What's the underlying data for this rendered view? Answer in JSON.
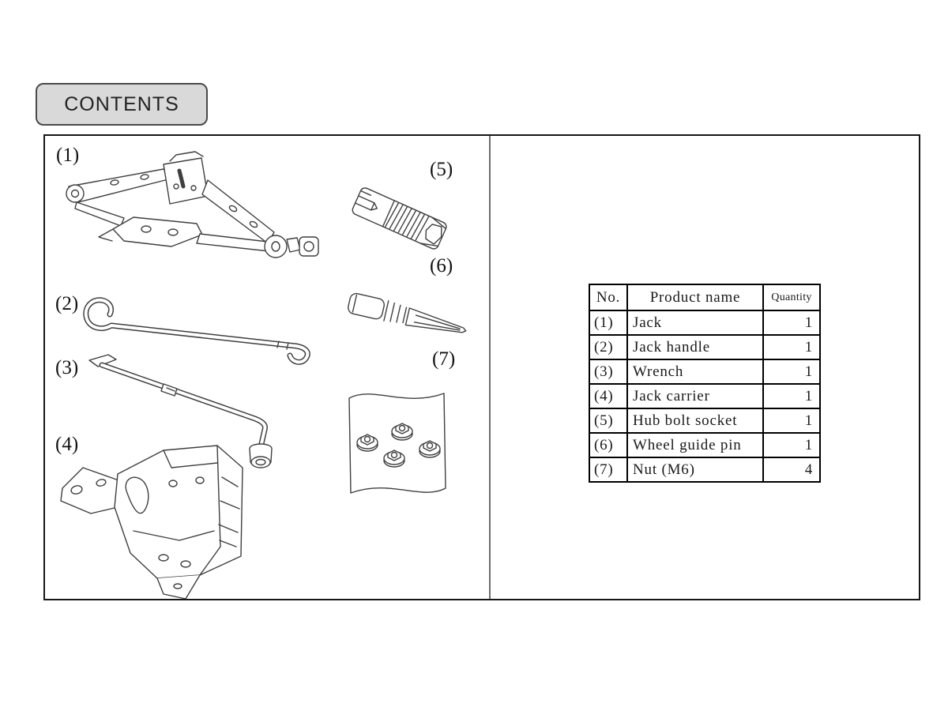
{
  "header": {
    "contents_label": "CONTENTS"
  },
  "diagram": {
    "labels": [
      "(1)",
      "(2)",
      "(3)",
      "(4)",
      "(5)",
      "(6)",
      "(7)"
    ],
    "parts": [
      "Jack",
      "Jack handle",
      "Wrench",
      "Jack carrier",
      "Hub bolt socket",
      "Wheel guide pin",
      "Nut (M6)"
    ]
  },
  "parts_table": {
    "headers": {
      "no": "No.",
      "product": "Product name",
      "quantity": "Quantity"
    },
    "rows": [
      {
        "no": "(1)",
        "product": "Jack",
        "quantity": "1"
      },
      {
        "no": "(2)",
        "product": "Jack handle",
        "quantity": "1"
      },
      {
        "no": "(3)",
        "product": "Wrench",
        "quantity": "1"
      },
      {
        "no": "(4)",
        "product": "Jack carrier",
        "quantity": "1"
      },
      {
        "no": "(5)",
        "product": "Hub bolt socket",
        "quantity": "1"
      },
      {
        "no": "(6)",
        "product": "Wheel guide pin",
        "quantity": "1"
      },
      {
        "no": "(7)",
        "product": "Nut (M6)",
        "quantity": "4"
      }
    ]
  },
  "colors": {
    "chip_bg": "#d9d9d9",
    "line_art": "#3f3f3f",
    "frame": "#161616"
  }
}
